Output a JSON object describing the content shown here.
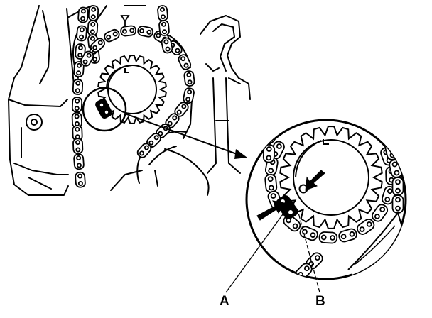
{
  "callouts": {
    "a": "A",
    "b": "B"
  },
  "colors": {
    "ink": "#000000",
    "paper": "#ffffff"
  },
  "parts": {
    "main_view": "timing-chain-and-crank-sprocket",
    "detail_view": "magnified-mark-alignment",
    "mark_a": "chain-colored-link",
    "mark_b": "sprocket-punch-mark"
  }
}
